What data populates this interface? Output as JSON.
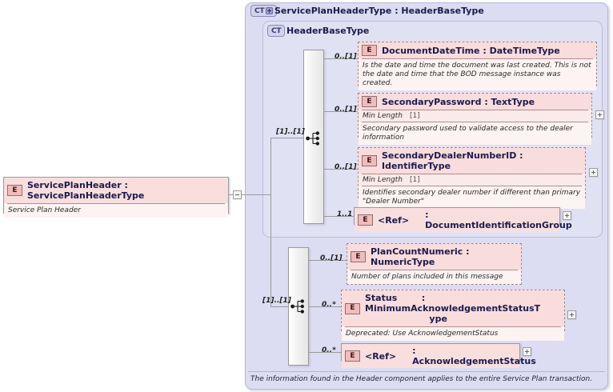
{
  "diagram": {
    "kind": "xsd-schema-diagram",
    "colors": {
      "panel_fill": "#dcdcf2",
      "panel_inner_fill": "#e1e1f4",
      "element_fill": "#fbeeee",
      "element_head_fill": "#f9dede",
      "badge_fill": "#f0bcbc",
      "line": "#9a9a9a",
      "title_text": "#1b1b4d"
    }
  },
  "root_element": {
    "badge": "E",
    "name": "ServicePlanHeader : ServicePlanHeaderType",
    "annotation": "Service Plan Header",
    "toggle": "collapse-toggle"
  },
  "complex_type": {
    "tag": "CT",
    "tag_icon": "ct-plus-icon",
    "title": "ServicePlanHeaderType : HeaderBaseType",
    "footer_annotation": "The information found in the Header component applies to the entire Service Plan transaction."
  },
  "base_type": {
    "tag": "CT",
    "title": "HeaderBaseType"
  },
  "compositors": [
    {
      "id": "base-sequence",
      "type": "sequence",
      "cardinality": "[1]..[1]"
    },
    {
      "id": "extension-sequence",
      "type": "sequence",
      "cardinality": "[1]..[1]"
    }
  ],
  "base_particles": [
    {
      "badge": "E",
      "cardinality": "0..[1]",
      "name": "DocumentDateTime : DateTimeType",
      "facet_label": null,
      "facet_value": null,
      "annotation": "Is the date and time the document was last created. This is not the date and time that the BOD message instance was created.",
      "expand": false
    },
    {
      "badge": "E",
      "cardinality": "0..[1]",
      "name": "SecondaryPassword : TextType",
      "facet_label": "Min Length",
      "facet_value": "[1]",
      "annotation": "Secondary password used to validate access to the dealer information",
      "expand": true
    },
    {
      "badge": "E",
      "cardinality": "0..[1]",
      "name": "SecondaryDealerNumberID : IdentifierType",
      "facet_label": "Min Length",
      "facet_value": "[1]",
      "annotation": "Identifies secondary dealer number if different than primary \"Dealer Number\"",
      "expand": true
    },
    {
      "badge": "E",
      "cardinality": "1..1",
      "name": "<Ref>",
      "type_suffix": ": DocumentIdentificationGroup",
      "facet_label": null,
      "facet_value": null,
      "annotation": null,
      "expand": true,
      "is_ref": true
    }
  ],
  "extension_particles": [
    {
      "badge": "E",
      "cardinality": "0..[1]",
      "name": "PlanCountNumeric : NumericType",
      "facet_label": null,
      "facet_value": null,
      "annotation": "Number of plans included\nin this message",
      "expand": false
    },
    {
      "badge": "E",
      "cardinality": "0..*",
      "name": "Status        : MinimumAcknowledgementStatusT\n                     ype",
      "facet_label": null,
      "facet_value": null,
      "annotation": "Deprecated: Use AcknowledgementStatus",
      "expand": true
    },
    {
      "badge": "E",
      "cardinality": "0..*",
      "name": "<Ref>",
      "type_suffix": ": AcknowledgementStatus",
      "facet_label": null,
      "facet_value": null,
      "annotation": null,
      "expand": true,
      "is_ref": true
    }
  ]
}
